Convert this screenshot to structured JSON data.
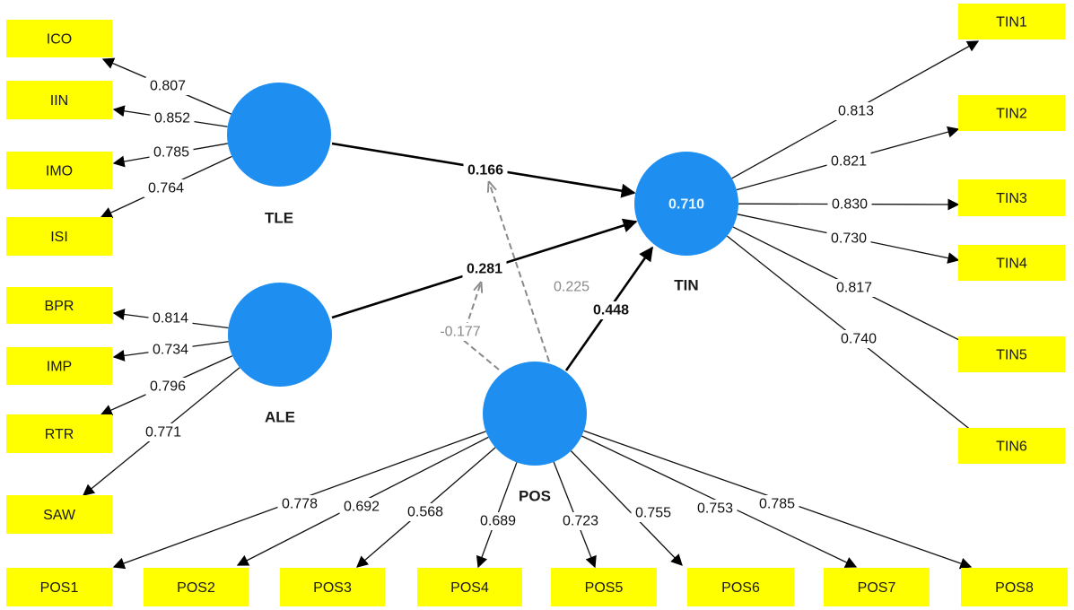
{
  "diagram": {
    "type": "PLS-SEM path model",
    "colors": {
      "latent_fill": "#1e8ff0",
      "indicator_fill": "#ffff00",
      "path_color": "#000000",
      "moderation_color": "#8a8a8a"
    },
    "latent_variables": [
      {
        "id": "TLE",
        "label": "TLE",
        "r_squared": null
      },
      {
        "id": "ALE",
        "label": "ALE",
        "r_squared": null
      },
      {
        "id": "POS",
        "label": "POS",
        "r_squared": null
      },
      {
        "id": "TIN",
        "label": "TIN",
        "r_squared": "0.710"
      }
    ],
    "indicators": [
      {
        "id": "ICO",
        "label": "ICO",
        "latent": "TLE",
        "loading": "0.807"
      },
      {
        "id": "IIN",
        "label": "IIN",
        "latent": "TLE",
        "loading": "0.852"
      },
      {
        "id": "IMO",
        "label": "IMO",
        "latent": "TLE",
        "loading": "0.785"
      },
      {
        "id": "ISI",
        "label": "ISI",
        "latent": "TLE",
        "loading": "0.764"
      },
      {
        "id": "BPR",
        "label": "BPR",
        "latent": "ALE",
        "loading": "0.814"
      },
      {
        "id": "IMP",
        "label": "IMP",
        "latent": "ALE",
        "loading": "0.734"
      },
      {
        "id": "RTR",
        "label": "RTR",
        "latent": "ALE",
        "loading": "0.796"
      },
      {
        "id": "SAW",
        "label": "SAW",
        "latent": "ALE",
        "loading": "0.771"
      },
      {
        "id": "TIN1",
        "label": "TIN1",
        "latent": "TIN",
        "loading": "0.813"
      },
      {
        "id": "TIN2",
        "label": "TIN2",
        "latent": "TIN",
        "loading": "0.821"
      },
      {
        "id": "TIN3",
        "label": "TIN3",
        "latent": "TIN",
        "loading": "0.830"
      },
      {
        "id": "TIN4",
        "label": "TIN4",
        "latent": "TIN",
        "loading": "0.730"
      },
      {
        "id": "TIN5",
        "label": "TIN5",
        "latent": "TIN",
        "loading": "0.817"
      },
      {
        "id": "TIN6",
        "label": "TIN6",
        "latent": "TIN",
        "loading": "0.740"
      },
      {
        "id": "POS1",
        "label": "POS1",
        "latent": "POS",
        "loading": "0.778"
      },
      {
        "id": "POS2",
        "label": "POS2",
        "latent": "POS",
        "loading": "0.692"
      },
      {
        "id": "POS3",
        "label": "POS3",
        "latent": "POS",
        "loading": "0.568"
      },
      {
        "id": "POS4",
        "label": "POS4",
        "latent": "POS",
        "loading": "0.689"
      },
      {
        "id": "POS5",
        "label": "POS5",
        "latent": "POS",
        "loading": "0.723"
      },
      {
        "id": "POS6",
        "label": "POS6",
        "latent": "POS",
        "loading": "0.755"
      },
      {
        "id": "POS7",
        "label": "POS7",
        "latent": "POS",
        "loading": "0.753"
      },
      {
        "id": "POS8",
        "label": "POS8",
        "latent": "POS",
        "loading": "0.785"
      }
    ],
    "paths": [
      {
        "from": "TLE",
        "to": "TIN",
        "coefficient": "0.166"
      },
      {
        "from": "ALE",
        "to": "TIN",
        "coefficient": "0.281"
      },
      {
        "from": "POS",
        "to": "TIN",
        "coefficient": "0.448"
      }
    ],
    "moderations": [
      {
        "moderator": "POS",
        "on_path": "TLE->TIN",
        "coefficient": "0.225"
      },
      {
        "moderator": "POS",
        "on_path": "ALE->TIN",
        "coefficient": "-0.177"
      }
    ]
  }
}
